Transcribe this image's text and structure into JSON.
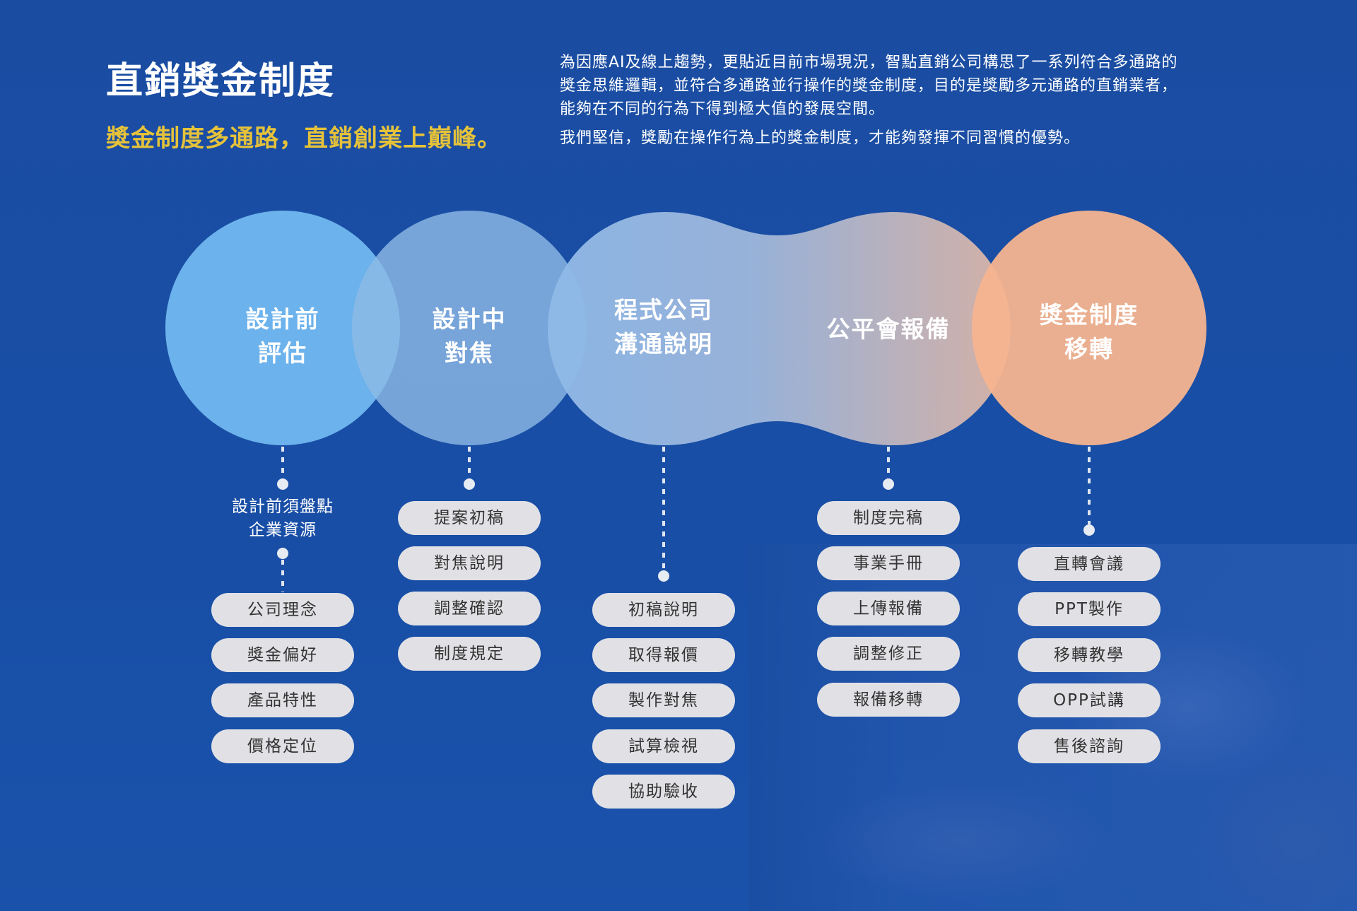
{
  "header": {
    "title": "直銷獎金制度",
    "subtitle": "獎金制度多通路，直銷創業上巔峰。",
    "intro_lines": [
      "為因應AI及線上趨勢，更貼近目前市場現況，智點直銷公司構思了一系列符合多通路的",
      "獎金思維邏輯，並符合多通路並行操作的獎金制度，目的是獎勵多元通路的直銷業者，",
      "能夠在不同的行為下得到極大值的發展空間。"
    ],
    "belief": "我們堅信，獎勵在操作行為上的獎金制度，才能夠發揮不同習慣的優勢。"
  },
  "colors": {
    "background": "#1a4ea3",
    "subtitle": "#e5c23a",
    "stage1": "#6fb6ee",
    "stage2": "#8fbae6",
    "stage5": "#f6b48f",
    "pill": "#e1e1e5",
    "pill_text": "#333333"
  },
  "stages": [
    {
      "label_lines": [
        "設計前",
        "評估"
      ],
      "pre_note_lines": [
        "設計前須盤點",
        "企業資源"
      ],
      "items": [
        "公司理念",
        "獎金偏好",
        "產品特性",
        "價格定位"
      ]
    },
    {
      "label_lines": [
        "設計中",
        "對焦"
      ],
      "items": [
        "提案初稿",
        "對焦說明",
        "調整確認",
        "制度規定"
      ]
    },
    {
      "label_lines": [
        "程式公司",
        "溝通說明"
      ],
      "items": [
        "初稿說明",
        "取得報價",
        "製作對焦",
        "試算檢視",
        "協助驗收"
      ]
    },
    {
      "label_lines": [
        "公平會報備"
      ],
      "items": [
        "制度完稿",
        "事業手冊",
        "上傳報備",
        "調整修正",
        "報備移轉"
      ]
    },
    {
      "label_lines": [
        "獎金制度",
        "移轉"
      ],
      "items": [
        "直轉會議",
        "PPT製作",
        "移轉教學",
        "OPP試講",
        "售後諮詢"
      ]
    }
  ]
}
